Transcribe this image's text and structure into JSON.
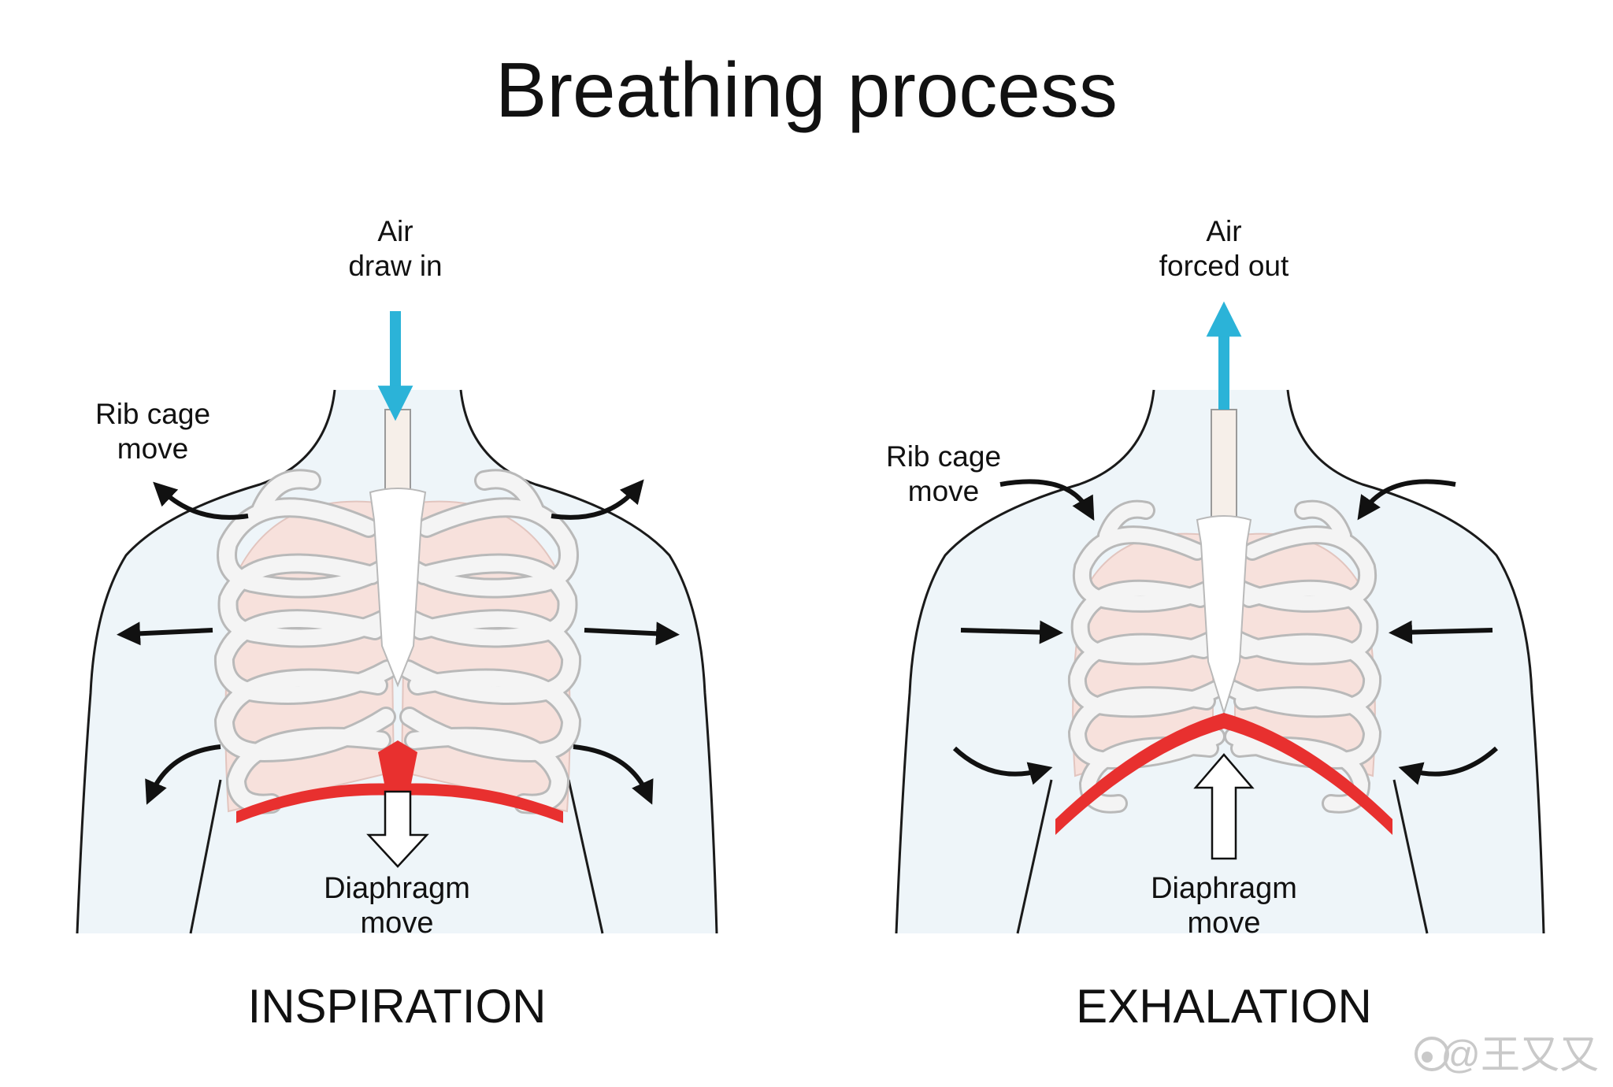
{
  "title": "Breathing process",
  "colors": {
    "body_fill": "#eef5f9",
    "outline": "#1a1a1a",
    "lung_fill": "#f7e1dc",
    "rib_fill": "#f4f4f4",
    "rib_stroke": "#b9b9b9",
    "diaphragm": "#e8302f",
    "air_arrow": "#2bb3d8",
    "move_arrow": "#111111"
  },
  "inspiration": {
    "heading": "INSPIRATION",
    "air_line1": "Air",
    "air_line2": "draw in",
    "rib_line1": "Rib cage",
    "rib_line2": "move",
    "diaphragm_line1": "Diaphragm",
    "diaphragm_line2": "move"
  },
  "exhalation": {
    "heading": "EXHALATION",
    "air_line1": "Air",
    "air_line2": "forced out",
    "rib_line1": "Rib cage",
    "rib_line2": "move",
    "diaphragm_line1": "Diaphragm",
    "diaphragm_line2": "move"
  },
  "watermark": "@王又又"
}
